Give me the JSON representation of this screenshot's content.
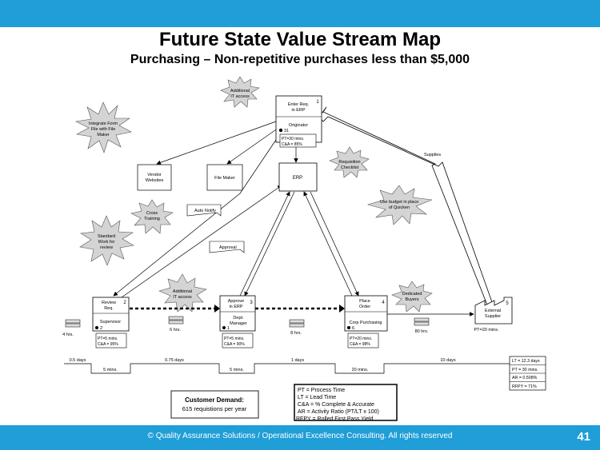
{
  "title": "Future State Value Stream Map",
  "subtitle": "Purchasing – Non-repetitive purchases less than $5,000",
  "footer": "© Quality Assurance Solutions / Operational Excellence Consulting.  All rights reserved",
  "page_number": "41",
  "processes": {
    "originator": {
      "name": [
        "Enter Req.",
        "in ERP"
      ],
      "number": "1",
      "role": "Originator",
      "operators": "31",
      "metrics": [
        "PT=30 mins.",
        "C&A = 85%"
      ]
    },
    "review": {
      "name": [
        "Review",
        "Req."
      ],
      "number": "2",
      "role": "Supervisor",
      "operators": "2",
      "metrics": [
        "PT=5 mins.",
        "C&A = 95%"
      ]
    },
    "approve": {
      "name": [
        "Approve",
        "in ERP"
      ],
      "number": "3",
      "role": [
        "Dept.",
        "Manager"
      ],
      "operators": "1",
      "metrics": [
        "PT=5 mins.",
        "C&A = 90%"
      ]
    },
    "place": {
      "name": [
        "Place",
        "Order"
      ],
      "number": "4",
      "role": "Corp Purchasing",
      "operators": "6",
      "metrics": [
        "PT=20 mins.",
        "C&A = 98%"
      ]
    },
    "supplier": {
      "name": [
        "External",
        "Supplier"
      ],
      "number": "5",
      "metric": "PT=20 mins."
    }
  },
  "systems": {
    "vendor": [
      "Vendor",
      "Websites"
    ],
    "filemaker": "File Maker",
    "erp": "ERP"
  },
  "signals": {
    "auto_notify": "Auto Notify",
    "approval": "Approval",
    "supplies": "Supplies"
  },
  "kaizen": {
    "integrate": [
      "Integrate Form",
      "File with File",
      "Maker"
    ],
    "it_access_top": [
      "Additional",
      "IT access"
    ],
    "requisition": [
      "Requisition",
      "Checklist"
    ],
    "budget": [
      "Use budget in place",
      "of Quicken"
    ],
    "cross": [
      "Cross",
      "Training"
    ],
    "standard": [
      "Standard",
      "Work for",
      "review"
    ],
    "it_access_mid": [
      "Additional",
      "IT access"
    ],
    "buyers": [
      "Dedicated",
      "Buyers"
    ]
  },
  "inventory": [
    "4 hrs.",
    "6 hrs.",
    "8 hrs.",
    "80 hrs."
  ],
  "timeline": {
    "waits": [
      "0.5 days",
      "0.75 days",
      "1 days",
      "10 days"
    ],
    "process_times": [
      "5 mins.",
      "5 mins.",
      "20 mins."
    ],
    "summary": [
      "LT = 12.3 days",
      "PT = 30 mins.",
      "AR = 0.508%",
      "RFPY = 71%"
    ]
  },
  "customer_demand": {
    "title": "Customer Demand:",
    "value": "615 requistions per year"
  },
  "legend": [
    "PT = Process Time",
    "LT = Lead Time",
    "C&A = % Complete & Accurate",
    "AR = Activity Ratio (PT/LT x 100)",
    "RFPY = Rolled First Pass Yield"
  ],
  "colors": {
    "bar": "#1f9ed8"
  }
}
